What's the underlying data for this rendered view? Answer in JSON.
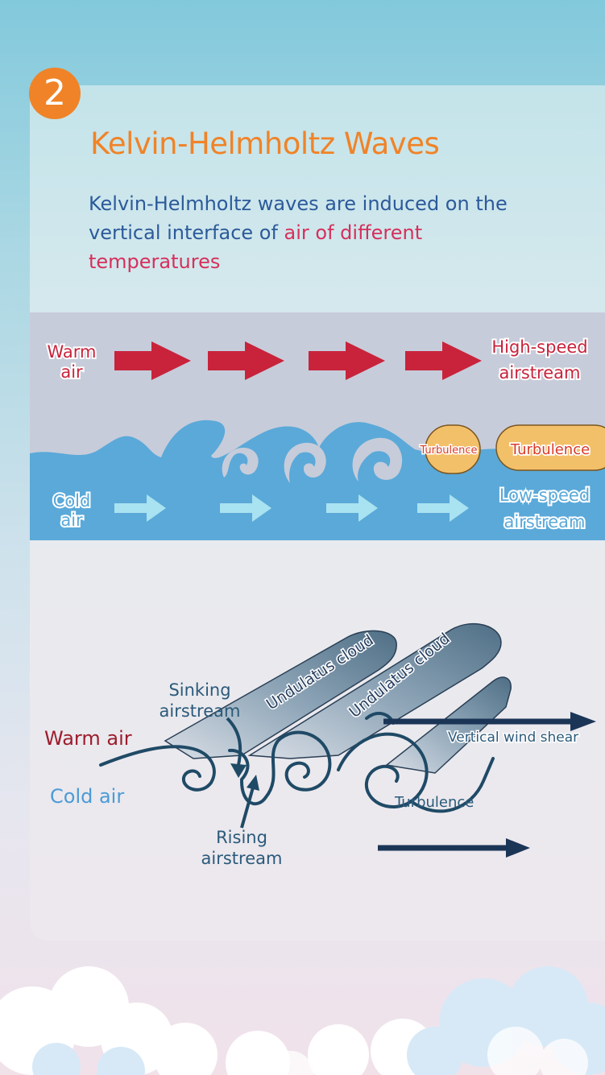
{
  "step_number": "2",
  "title": "Kelvin-Helmholtz Waves",
  "intro": {
    "part1": "Kelvin-Helmholtz waves are induced on the vertical interface of ",
    "highlight": "air of different temperatures"
  },
  "layer_diagram": {
    "warm_air": [
      "Warm",
      "air"
    ],
    "high_speed": [
      "High-speed",
      "airstream"
    ],
    "cold_air": [
      "Cold",
      "air"
    ],
    "low_speed": [
      "Low-speed",
      "airstream"
    ],
    "turbulence_small": "Turbulence",
    "turbulence_large": "Turbulence"
  },
  "cloud_diagram": {
    "undulatus_1": "Undulatus cloud",
    "undulatus_2": "Undulatus cloud",
    "sinking": [
      "Sinking",
      "airstream"
    ],
    "warm_air": "Warm air",
    "cold_air": "Cold air",
    "rising": [
      "Rising",
      "airstream"
    ],
    "vertical_shear": "Vertical wind shear",
    "turbulence": "Turbulence"
  },
  "colors": {
    "accent_orange": "#f08327",
    "warm_red": "#c8233b",
    "cold_blue": "#5aa9d9",
    "dark_navy": "#1b3557"
  }
}
